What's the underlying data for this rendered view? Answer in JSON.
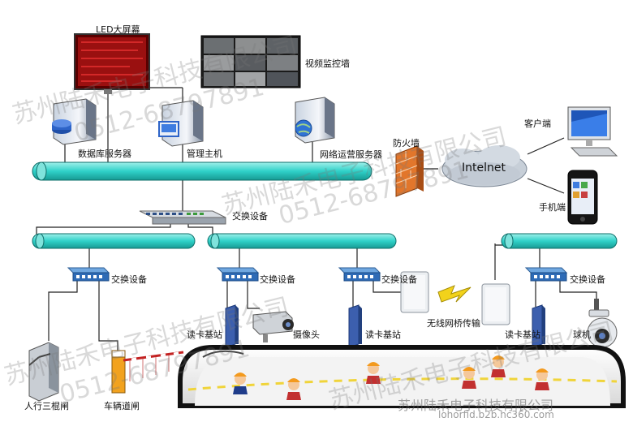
{
  "labels": {
    "led_screen": "LED大屏幕",
    "video_wall": "视频监控墙",
    "db_server": "数据库服务器",
    "mgmt_host": "管理主机",
    "net_server": "网络运营服务器",
    "firewall": "防火墙",
    "internet": "Intelnet",
    "client": "客户端",
    "mobile": "手机端",
    "switch_main": "交换设备",
    "switch_1": "交换设备",
    "switch_2": "交换设备",
    "switch_3": "交换设备",
    "switch_4": "交换设备",
    "reader_1": "读卡基站",
    "reader_2": "读卡基站",
    "reader_3": "读卡基站",
    "camera": "摄像头",
    "wireless": "无线网桥传输",
    "dome": "球机",
    "turnstile": "人行三棍闸",
    "barrier": "车辆道闸"
  },
  "watermarks": {
    "company": "苏州陆禾电子科技有限公司",
    "phone": "0512-68797891",
    "url": "lohorfid.b2b.hc360.com"
  },
  "colors": {
    "bus_fill": "#2fd1c8",
    "bus_stroke": "#0e6f6a",
    "line": "#222222",
    "led_red": "#b81a1a"
  }
}
